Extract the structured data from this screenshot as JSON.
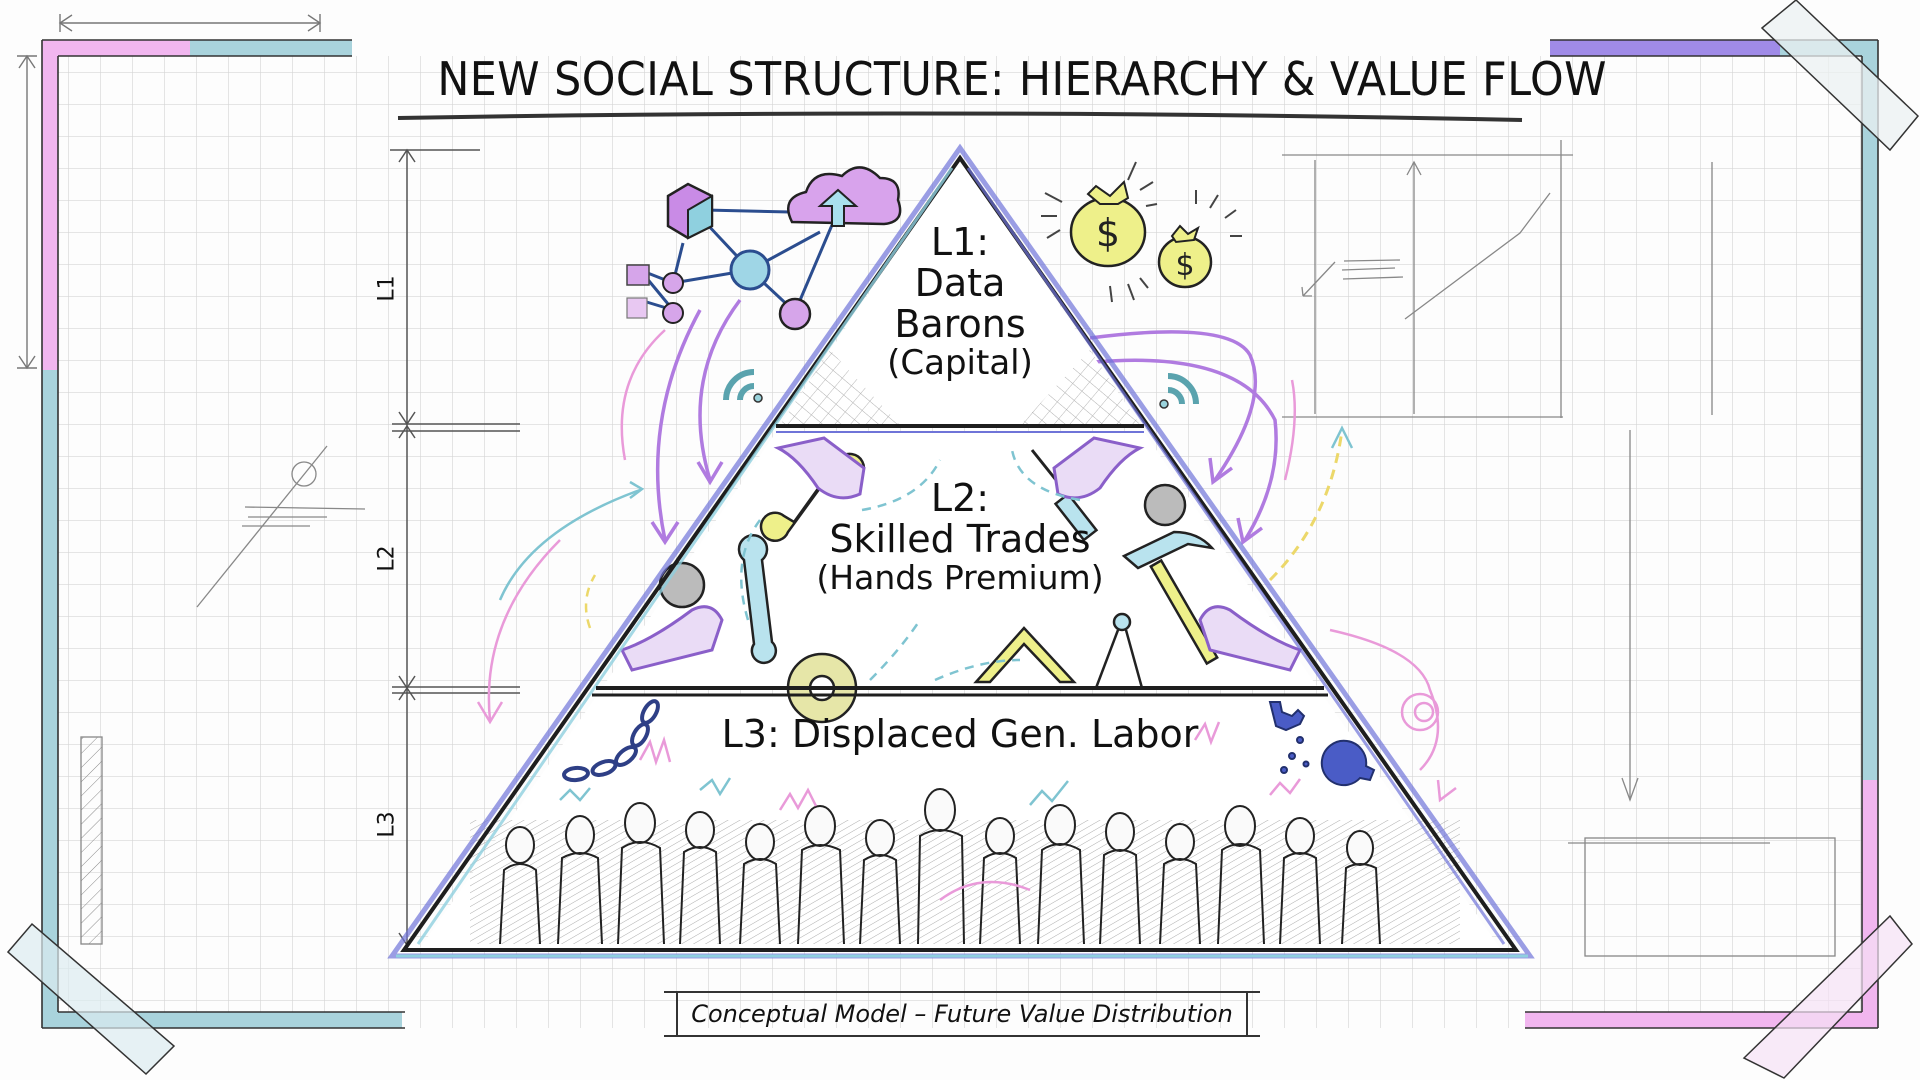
{
  "title": "NEW SOCIAL STRUCTURE: HIERARCHY & VALUE FLOW",
  "pyramid": {
    "levels": [
      {
        "id": "L1",
        "label": "L1:",
        "name_lines": [
          "Data",
          "Barons"
        ],
        "qualifier": "(Capital)",
        "icons": [
          "network-graph-icon",
          "cloud-upload-icon",
          "money-bag-icon",
          "wifi-signal-icon"
        ]
      },
      {
        "id": "L2",
        "label": "L2:",
        "name": "Skilled Trades",
        "qualifier": "(Hands Premium)",
        "icons": [
          "wrench-icon",
          "screwdriver-icon",
          "hammer-icon",
          "gear-icon",
          "ruler-square-icon",
          "compass-icon"
        ]
      },
      {
        "id": "L3",
        "label": "L3: Displaced Gen. Labor",
        "icons": [
          "broken-chain-icon",
          "broken-gear-icon",
          "crowd-icon"
        ]
      }
    ]
  },
  "side_markers": [
    "L1",
    "L2",
    "L3"
  ],
  "caption": "Conceptual Model – Future Value Distribution",
  "colors": {
    "ink": "#111111",
    "grid": "#d9d9d9",
    "pyramid_blue": "#6f74d8",
    "flow_purple": "#b07be0",
    "flow_pink": "#e99ad9",
    "flow_teal": "#7fc4d1",
    "accent_yellow": "#ecea8a",
    "frame_pink": "#f1b6ef",
    "frame_teal": "#a9d3dc"
  }
}
